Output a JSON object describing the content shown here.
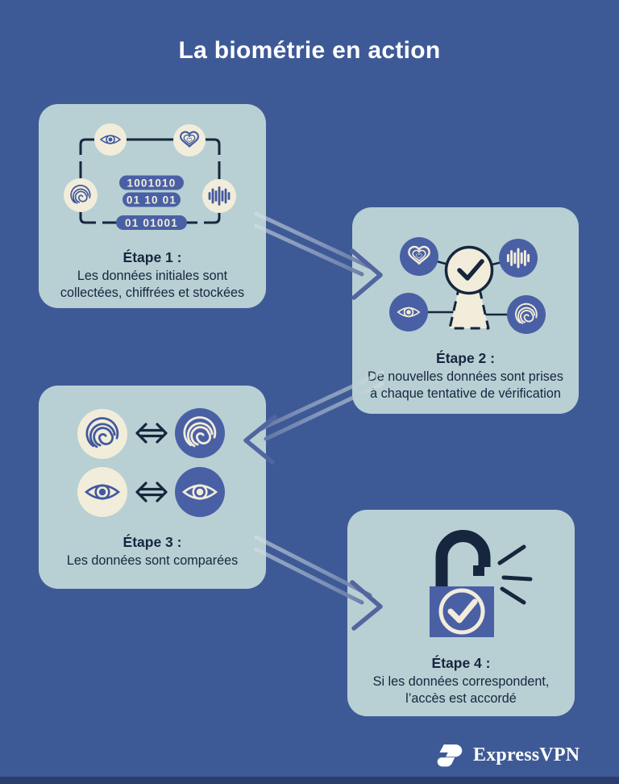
{
  "title": "La biométrie en action",
  "brand": {
    "name": "ExpressVPN",
    "logo_icon": "expressvpn-logo-icon"
  },
  "colors": {
    "background": "#3E5A96",
    "card": "#B8D0D3",
    "cream": "#F2EDDA",
    "accent_blue": "#4A60A5",
    "icon_blue": "#42599F",
    "navy": "#16263E",
    "footer_bar": "#2C3E6D",
    "title_text": "#FFFFFF"
  },
  "steps": [
    {
      "label": "Étape 1 :",
      "lines": [
        "Les données initiales sont",
        "collectées, chiffrées et stockées"
      ],
      "icons": [
        "eye-icon",
        "heart-icon",
        "fingerprint-icon",
        "voiceprint-icon",
        "scan-frame-icon"
      ],
      "binary_pills": [
        "1001010",
        "01 10 01",
        "01 01001"
      ]
    },
    {
      "label": "Étape 2 :",
      "lines": [
        "De nouvelles données sont prises",
        "à chaque tentative de vérification"
      ],
      "icons": [
        "heart-icon",
        "voiceprint-icon",
        "eye-icon",
        "fingerprint-icon",
        "keyhole-check-icon"
      ]
    },
    {
      "label": "Étape 3 :",
      "lines": [
        "Les données sont comparées"
      ],
      "icons": [
        "fingerprint-icon",
        "compare-arrows-icon",
        "fingerprint-icon",
        "eye-icon",
        "compare-arrows-icon",
        "eye-icon"
      ]
    },
    {
      "label": "Étape 4 :",
      "lines": [
        "Si les données correspondent,",
        "l’accès est accordé"
      ],
      "icons": [
        "unlocked-padlock-check-icon",
        "emphasis-rays-icon"
      ]
    }
  ],
  "arrows": [
    "step1-to-step2",
    "step2-to-step3",
    "step3-to-step4"
  ]
}
